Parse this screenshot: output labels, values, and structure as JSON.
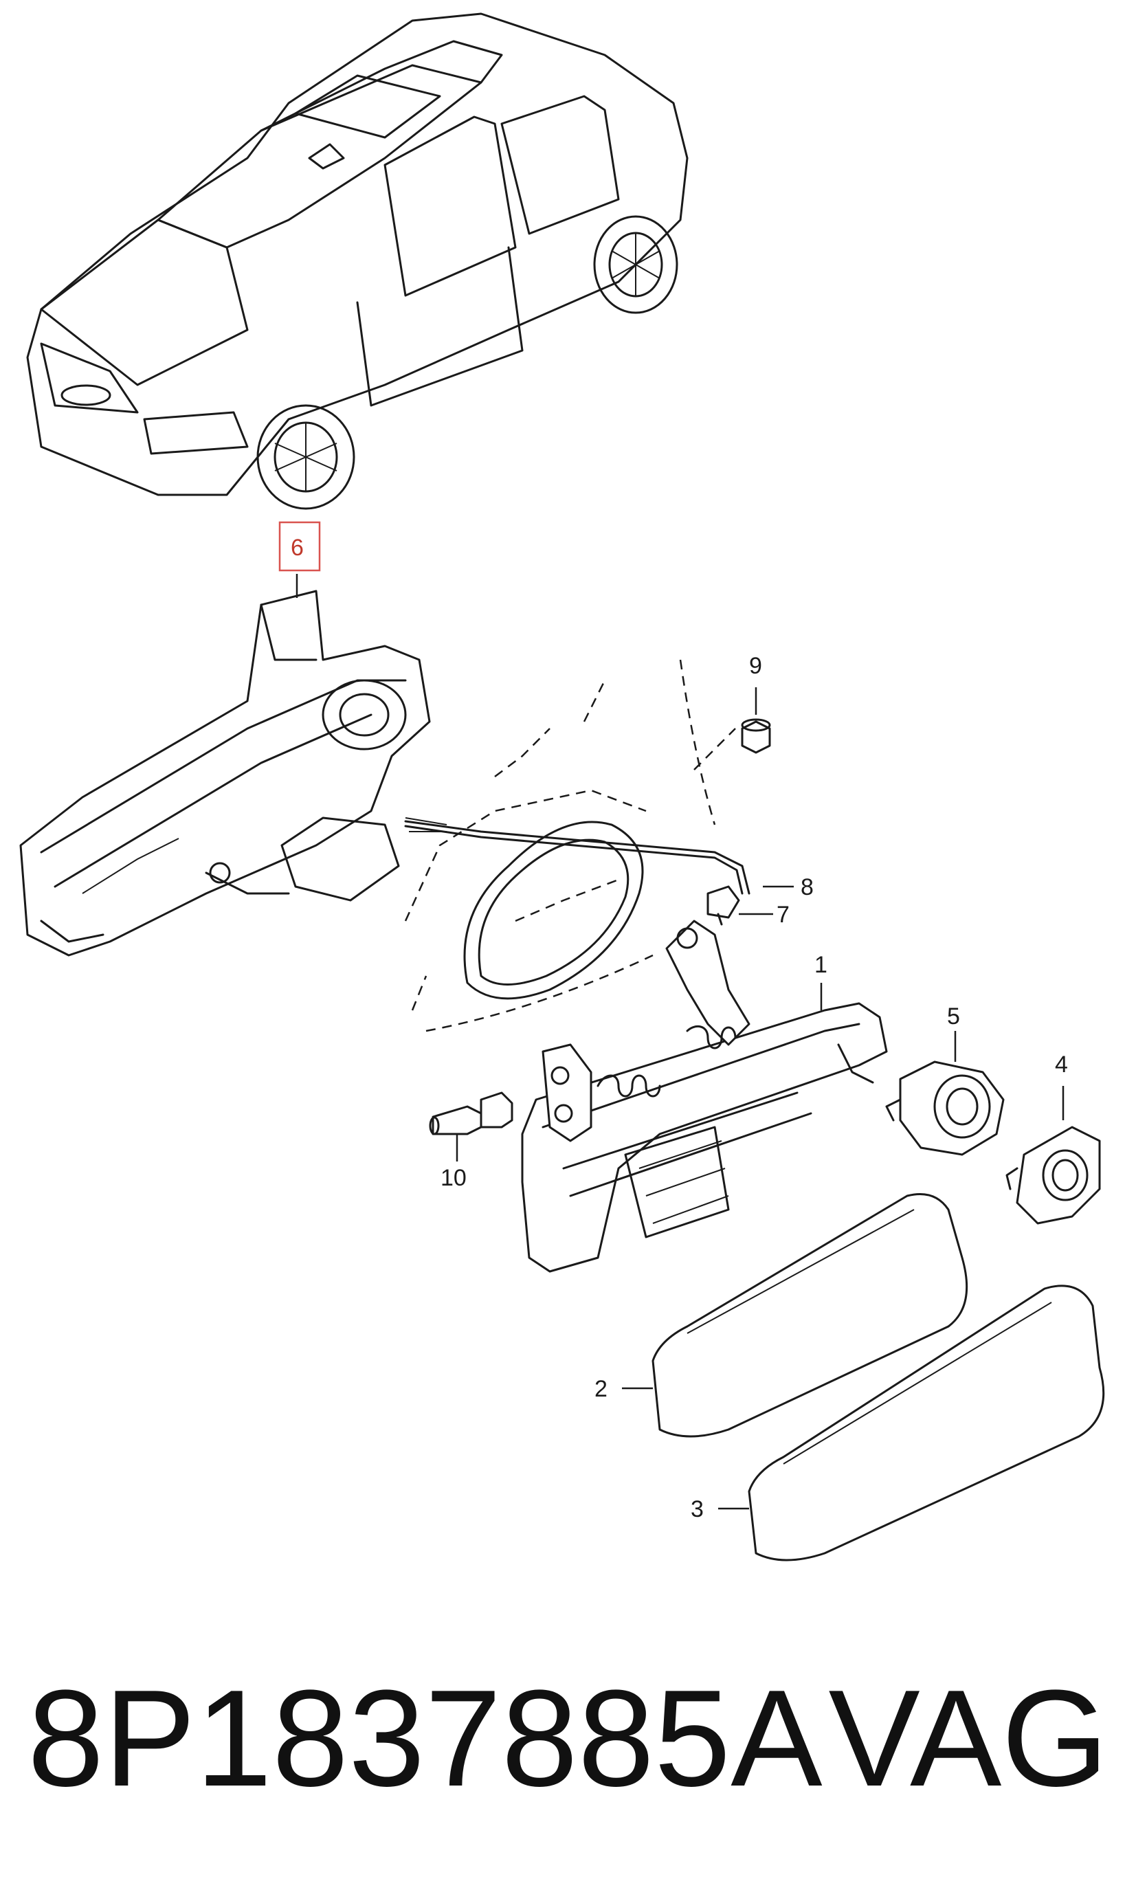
{
  "diagram": {
    "callouts": [
      {
        "id": "1",
        "label": "1"
      },
      {
        "id": "2",
        "label": "2"
      },
      {
        "id": "3",
        "label": "3"
      },
      {
        "id": "4",
        "label": "4"
      },
      {
        "id": "5",
        "label": "5"
      },
      {
        "id": "6",
        "label": "6",
        "highlighted": true
      },
      {
        "id": "7",
        "label": "7"
      },
      {
        "id": "8",
        "label": "8"
      },
      {
        "id": "9",
        "label": "9"
      },
      {
        "id": "10",
        "label": "10"
      }
    ],
    "highlight_color": "#d9534f"
  },
  "footer": {
    "part_number": "8P1837885A",
    "brand": "VAG"
  }
}
